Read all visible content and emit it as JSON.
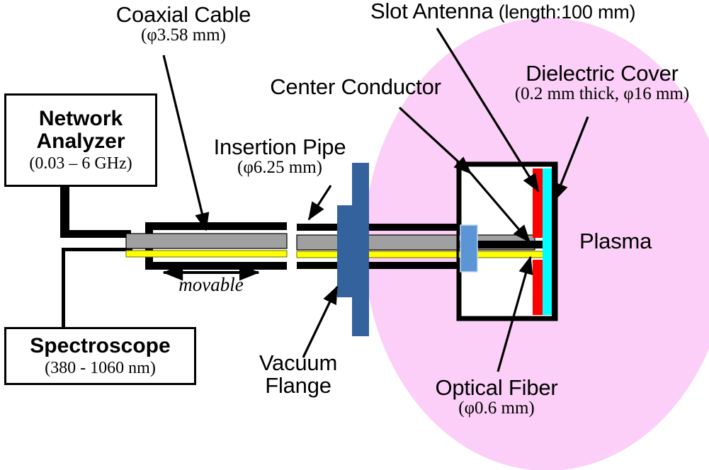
{
  "figure": {
    "title": "Experimental setup: coaxial slot antenna microwave plasma source with network analyzer and spectroscope diagnostics",
    "background": "#ffffff"
  },
  "colors": {
    "plasma": "#fbcff7",
    "antenna_slot_plate": "#ff0000",
    "dielectric_cover": "#00ffff",
    "coaxial_cable": "#a0a0a0",
    "optical_fiber": "#ffff00",
    "vacuum_flange": "#33629c",
    "feedthrough": "#5b95d6",
    "outline": "#000000"
  },
  "instruments": [
    {
      "id": "network-analyzer",
      "title_line1": "Network",
      "title_line2": "Analyzer",
      "spec": "(0.03 – 6 GHz)"
    },
    {
      "id": "spectroscope",
      "title_line1": "Spectroscope",
      "title_line2": "",
      "spec": "(380 - 1060 nm)"
    }
  ],
  "labels": {
    "coaxial_cable": {
      "name": "Coaxial Cable",
      "spec": "(φ3.58 mm)"
    },
    "insertion_pipe": {
      "name": "Insertion Pipe",
      "spec": "(φ6.25 mm)"
    },
    "center_conductor": {
      "name": "Center Conductor",
      "spec": ""
    },
    "slot_antenna": {
      "name": "Slot Antenna",
      "spec": "(length:100 mm)"
    },
    "dielectric_cover": {
      "name": "Dielectric Cover",
      "spec": "(0.2 mm thick, φ16 mm)"
    },
    "plasma": {
      "name": "Plasma",
      "spec": ""
    },
    "optical_fiber": {
      "name": "Optical Fiber",
      "spec": "(φ0.6 mm)"
    },
    "vacuum_flange": {
      "name_line1": "Vacuum",
      "name_line2": "Flange",
      "spec": ""
    },
    "movable": {
      "name": "movable"
    }
  }
}
